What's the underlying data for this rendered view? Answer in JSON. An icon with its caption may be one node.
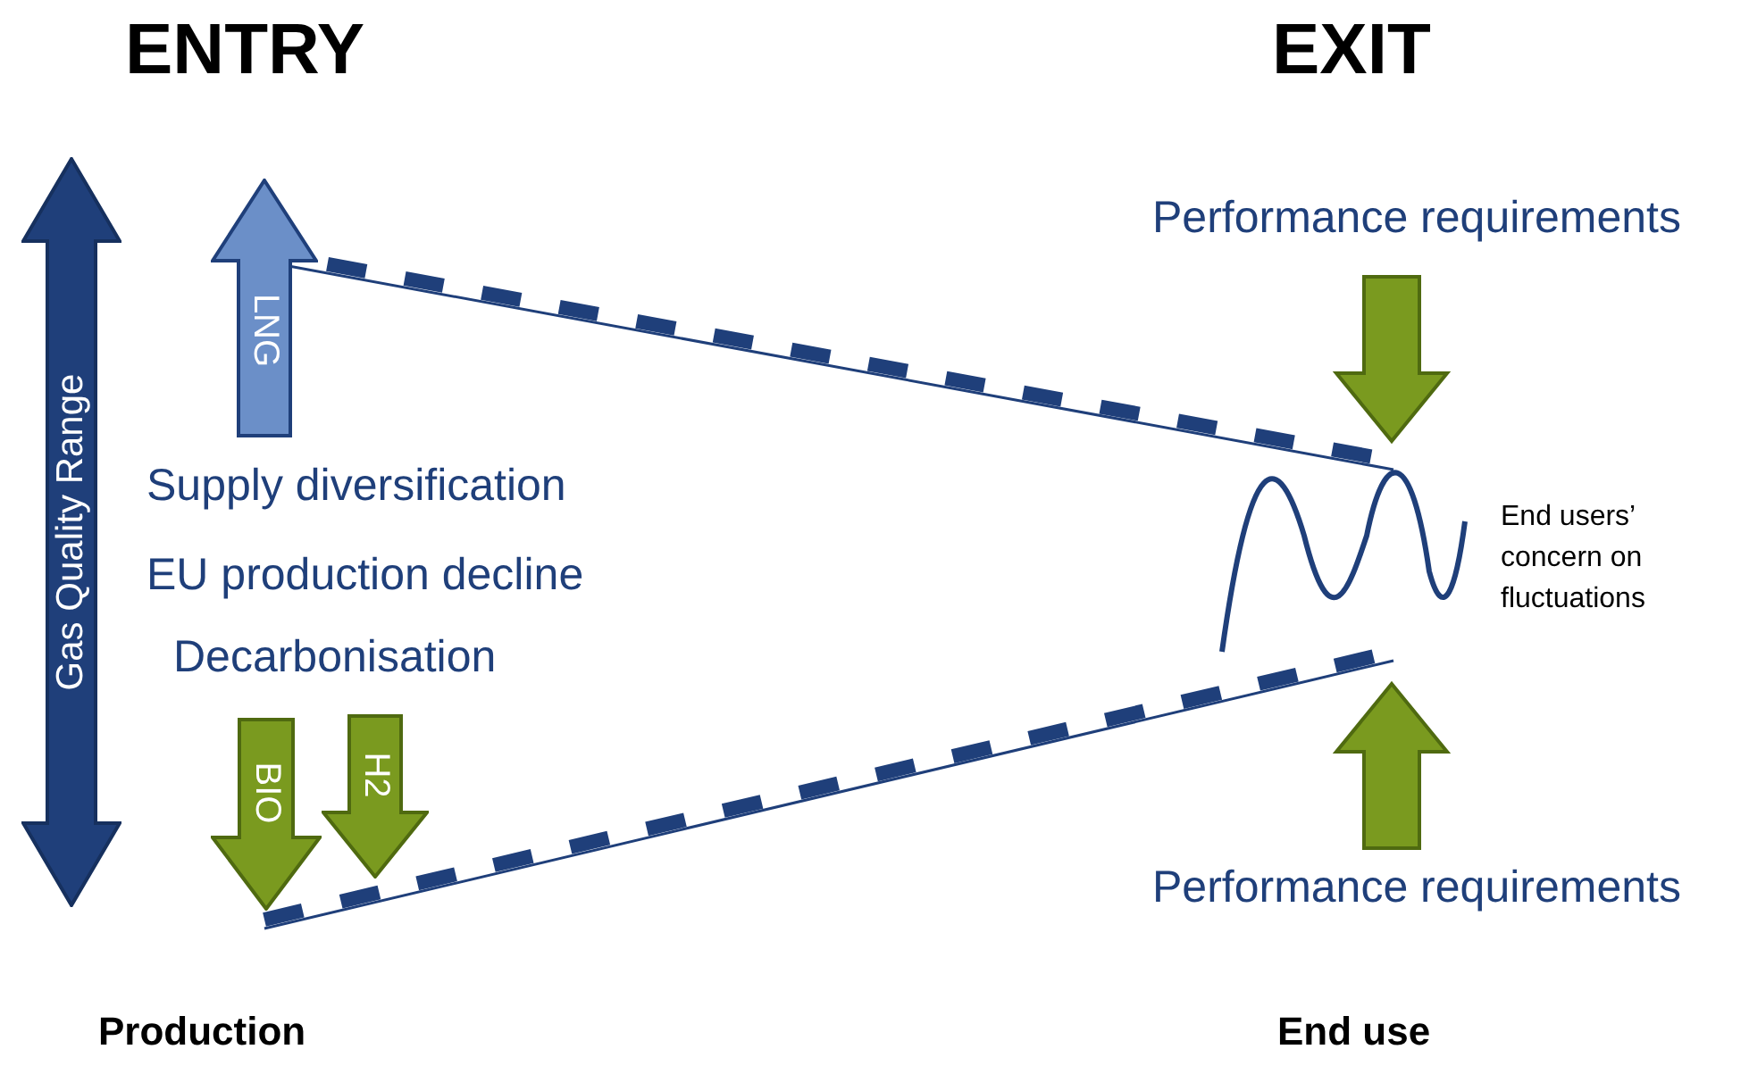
{
  "diagram": {
    "nodes": [
      {
        "text": [
          "Gas Quality Range"
        ]
      },
      {
        "text": [
          "LNG"
        ]
      },
      {
        "text": [
          "BIO"
        ]
      },
      {
        "text": [
          "H2"
        ]
      }
    ],
    "labels": [
      "ENTRY",
      "EXIT",
      "Performance requirements",
      "Supply diversification",
      "EU production decline",
      "Decarbonisation",
      "End users’ concern on fluctuations",
      "Performance requirements",
      "Production",
      "End use"
    ]
  }
}
